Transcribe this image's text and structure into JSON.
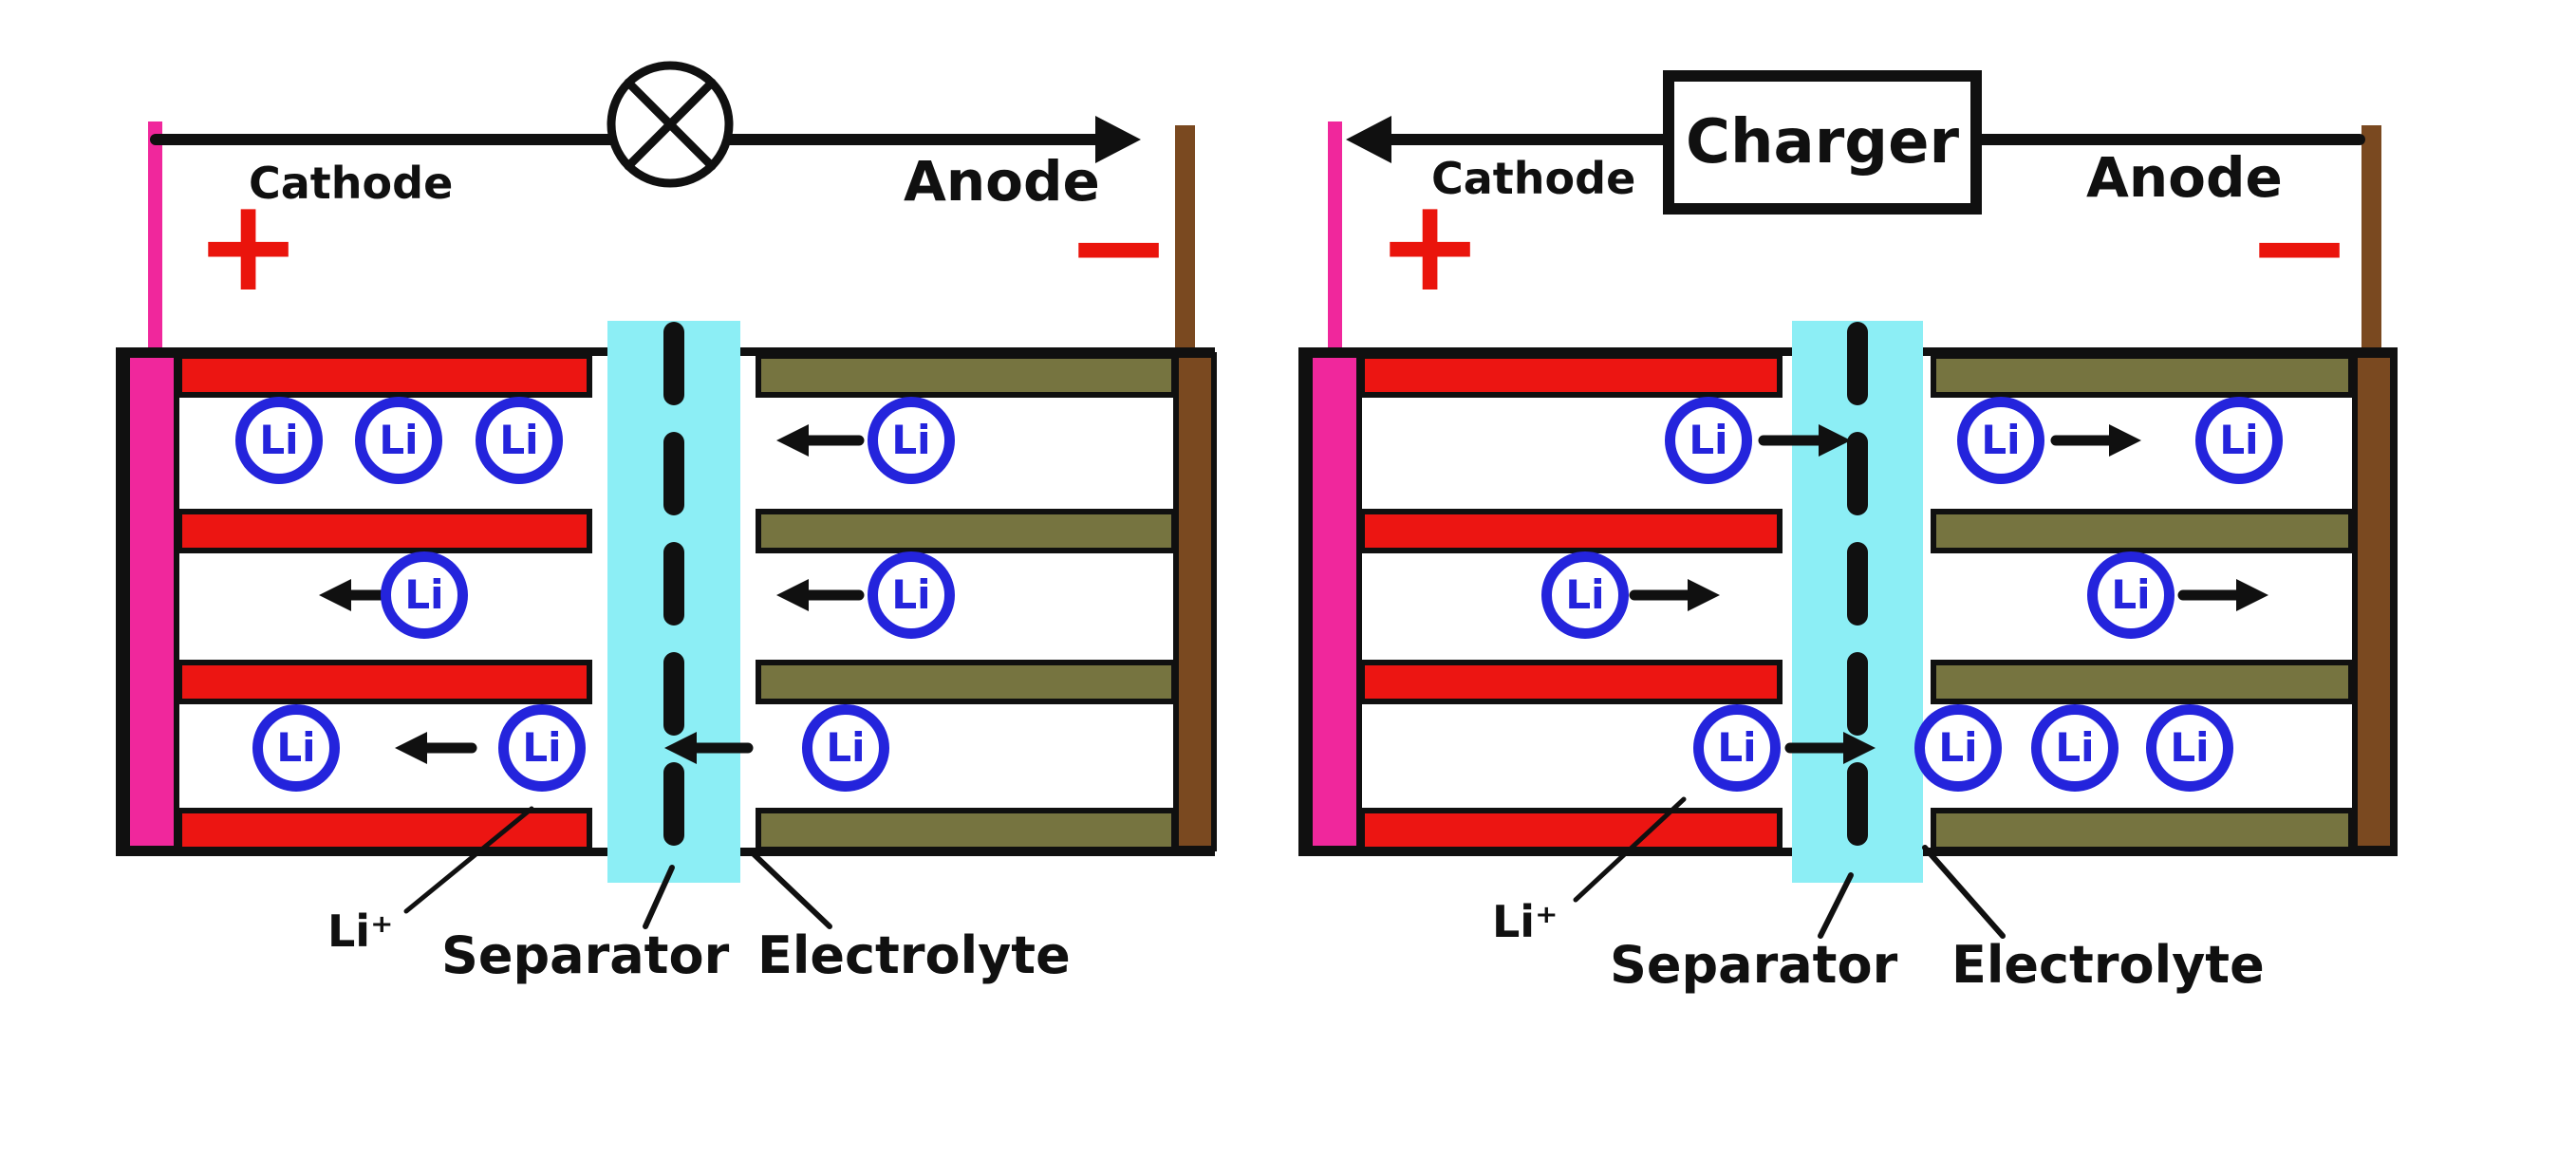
{
  "labels": {
    "li": "Li"
  },
  "panels": {
    "discharge": {
      "cathode": "Cathode",
      "plus": "+",
      "anode": "Anode",
      "minus": "−",
      "li_ion": "Li⁺",
      "separator": "Separator",
      "electrolyte": "Electrolyte"
    },
    "charge": {
      "cathode": "Cathode",
      "plus": "+",
      "anode": "Anode",
      "minus": "−",
      "charger": "Charger",
      "li_ion": "Li⁺",
      "separator": "Separator",
      "electrolyte": "Electrolyte"
    }
  },
  "icons": {
    "load": "lamp-load-icon (circle with X in discharge circuit)",
    "current_arrows": "black arrowheads showing ion/current flow direction"
  },
  "colors": {
    "cathode_plate_red": "#ec1512",
    "cathode_collector_pink": "#f0279c",
    "anode_plate_olive": "#767440",
    "anode_collector_brown": "#7a4920",
    "separator_cyan": "#8ceef5",
    "ion_blue": "#2424dc",
    "sign_red": "#ea140c",
    "line_black": "#101010",
    "background": "#ffffff"
  }
}
